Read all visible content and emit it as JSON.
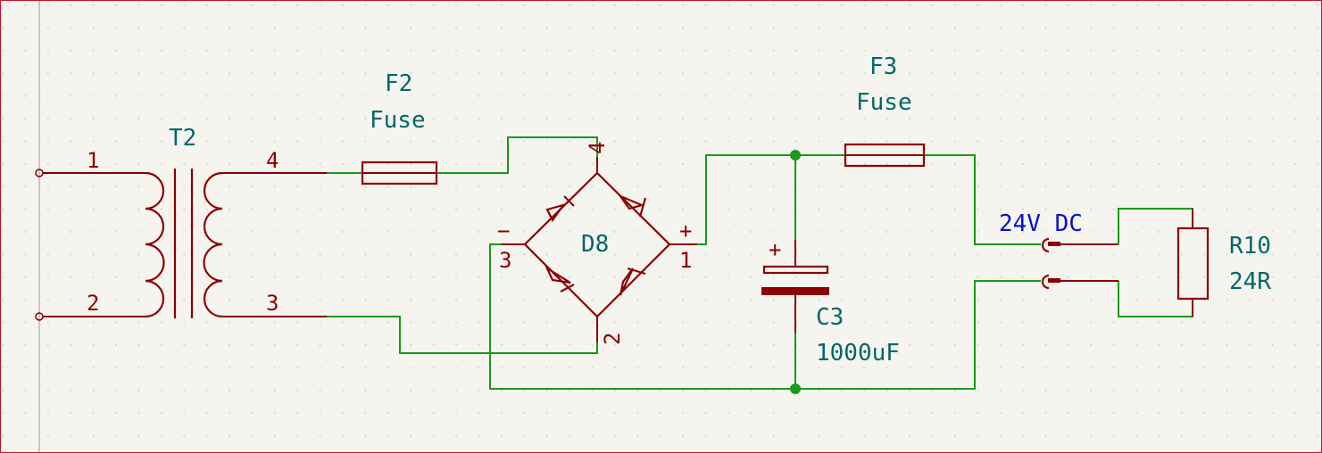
{
  "components": {
    "T2": {
      "ref": "T2",
      "pins": [
        "1",
        "2",
        "4",
        "3"
      ]
    },
    "F2": {
      "ref": "F2",
      "value": "Fuse"
    },
    "F3": {
      "ref": "F3",
      "value": "Fuse"
    },
    "D8": {
      "ref": "D8",
      "pins": [
        "4",
        "3",
        "1",
        "2"
      ],
      "minus": "−",
      "plus": "+"
    },
    "C3": {
      "ref": "C3",
      "value": "1000uF",
      "plus": "+"
    },
    "R10": {
      "ref": "R10",
      "value": "24R"
    }
  },
  "net_labels": {
    "output": "24V DC"
  },
  "colors": {
    "wire": "#1a9a1a",
    "symbol": "#8b0000",
    "reference_text": "#006868",
    "net_label": "#0a10c8",
    "background": "#f5f4ef",
    "sheet_border": "#c8102e"
  }
}
